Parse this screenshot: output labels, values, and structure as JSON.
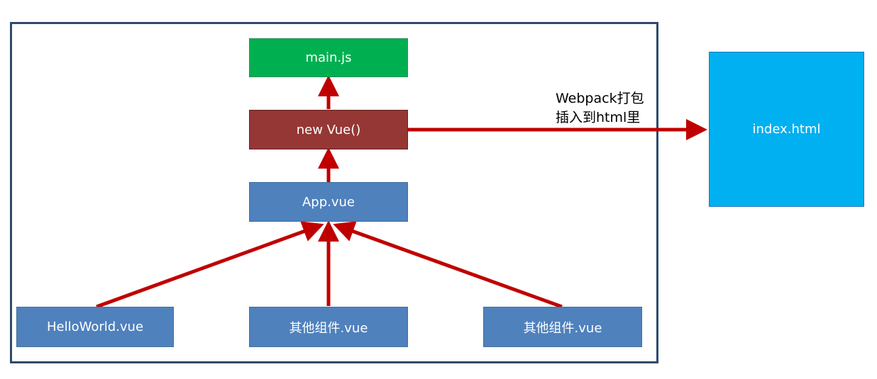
{
  "nodes": {
    "main": "main.js",
    "vue": "new Vue()",
    "app": "App.vue",
    "hello": "HelloWorld.vue",
    "other1": "其他组件.vue",
    "other2": "其他组件.vue",
    "index": "index.html"
  },
  "edge_label": {
    "line1": "Webpack打包",
    "line2": "插入到html里"
  },
  "colors": {
    "arrow": "#c00000",
    "component": "#4f81bd",
    "entry": "#00b050",
    "vue_instance": "#953735",
    "output": "#00b0f0",
    "frame": "#2f4a6b"
  }
}
